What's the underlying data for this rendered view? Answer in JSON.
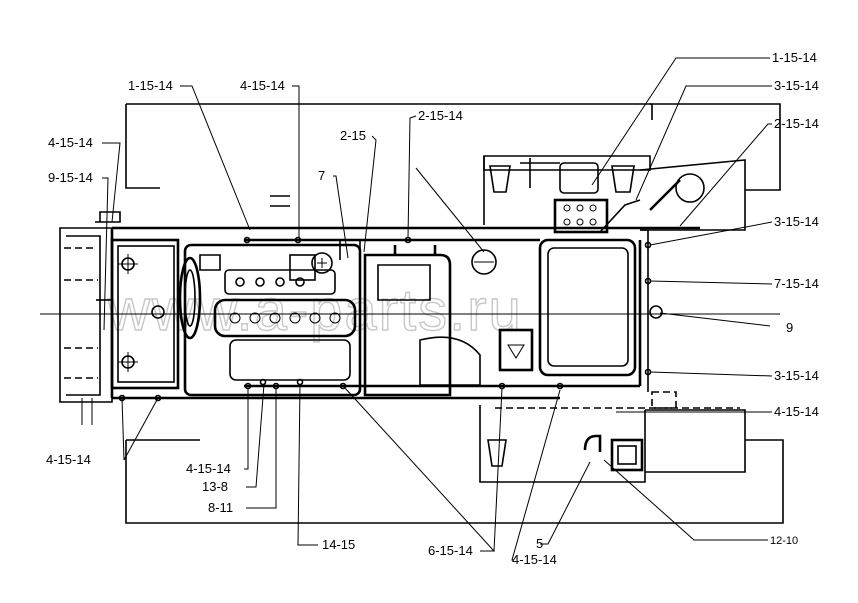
{
  "watermark": "www.a-parts.ru",
  "callouts": {
    "c1": "1-15-14",
    "c2": "4-15-14",
    "c3": "2-15",
    "c4": "2-15-14",
    "c5": "7",
    "c6": "4-15-14",
    "c7": "9-15-14",
    "c8": "1-15-14",
    "c9": "3-15-14",
    "c10": "2-15-14",
    "c11": "3-15-14",
    "c12": "7-15-14",
    "c13": "9",
    "c14": "3-15-14",
    "c15": "4-15-14",
    "c16": "4-15-14",
    "c17": "4-15-14",
    "c18": "13-8",
    "c19": "8-11",
    "c20": "14-15",
    "c21": "6-15-14",
    "c22": "5",
    "c23": "4-15-14",
    "c24": "12-10"
  }
}
